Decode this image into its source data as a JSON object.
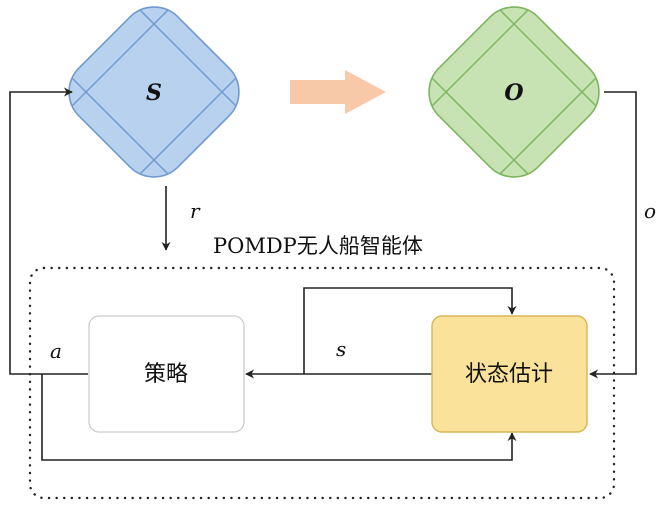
{
  "state_node": {
    "label": "S",
    "fill": "#b8d1ef",
    "stroke": "#6f9bd1"
  },
  "obs_node": {
    "label": "O",
    "fill": "#c8e3b3",
    "stroke": "#7db65f"
  },
  "transition_arrow": {
    "fill": "#f7c9a9"
  },
  "edges": {
    "reward": "r",
    "observation": "o",
    "state_estimate": "s",
    "action": "a"
  },
  "agent": {
    "title": "POMDP无人船智能体"
  },
  "policy_box": {
    "label": "策略",
    "fill": "#ffffff",
    "stroke": "#cccccc"
  },
  "estimator_box": {
    "label": "状态估计",
    "fill": "#fbe29b",
    "stroke": "#d6b656"
  }
}
